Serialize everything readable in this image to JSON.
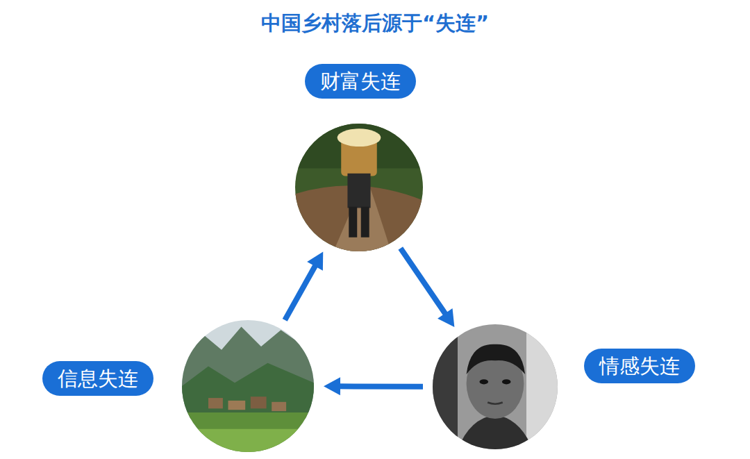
{
  "diagram": {
    "title": "中国乡村落后源于“失连”",
    "nodes": [
      {
        "text": [
          "财富失连"
        ]
      },
      {
        "text": [
          "情感失连"
        ]
      },
      {
        "text": [
          "信息失连"
        ]
      }
    ],
    "edges": [
      {
        "from": 0,
        "to": 1,
        "arrow": "to"
      },
      {
        "from": 1,
        "to": 2,
        "arrow": "to"
      },
      {
        "from": 2,
        "to": 0,
        "arrow": "to"
      }
    ]
  }
}
